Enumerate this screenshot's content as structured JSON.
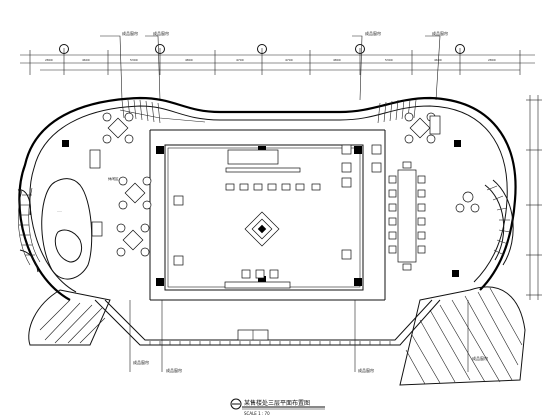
{
  "drawing": {
    "title_line1": "某售楼处三层平面布置图",
    "scale_label": "SCALE 1 : 70",
    "top_labels": [
      "成品窗帘",
      "成品窗帘",
      "成品窗帘",
      "成品窗帘"
    ],
    "bottom_labels": [
      "成品窗帘",
      "成品窗帘",
      "成品窗帘",
      "成品窗帘"
    ],
    "lounge_label": "休闲区"
  }
}
